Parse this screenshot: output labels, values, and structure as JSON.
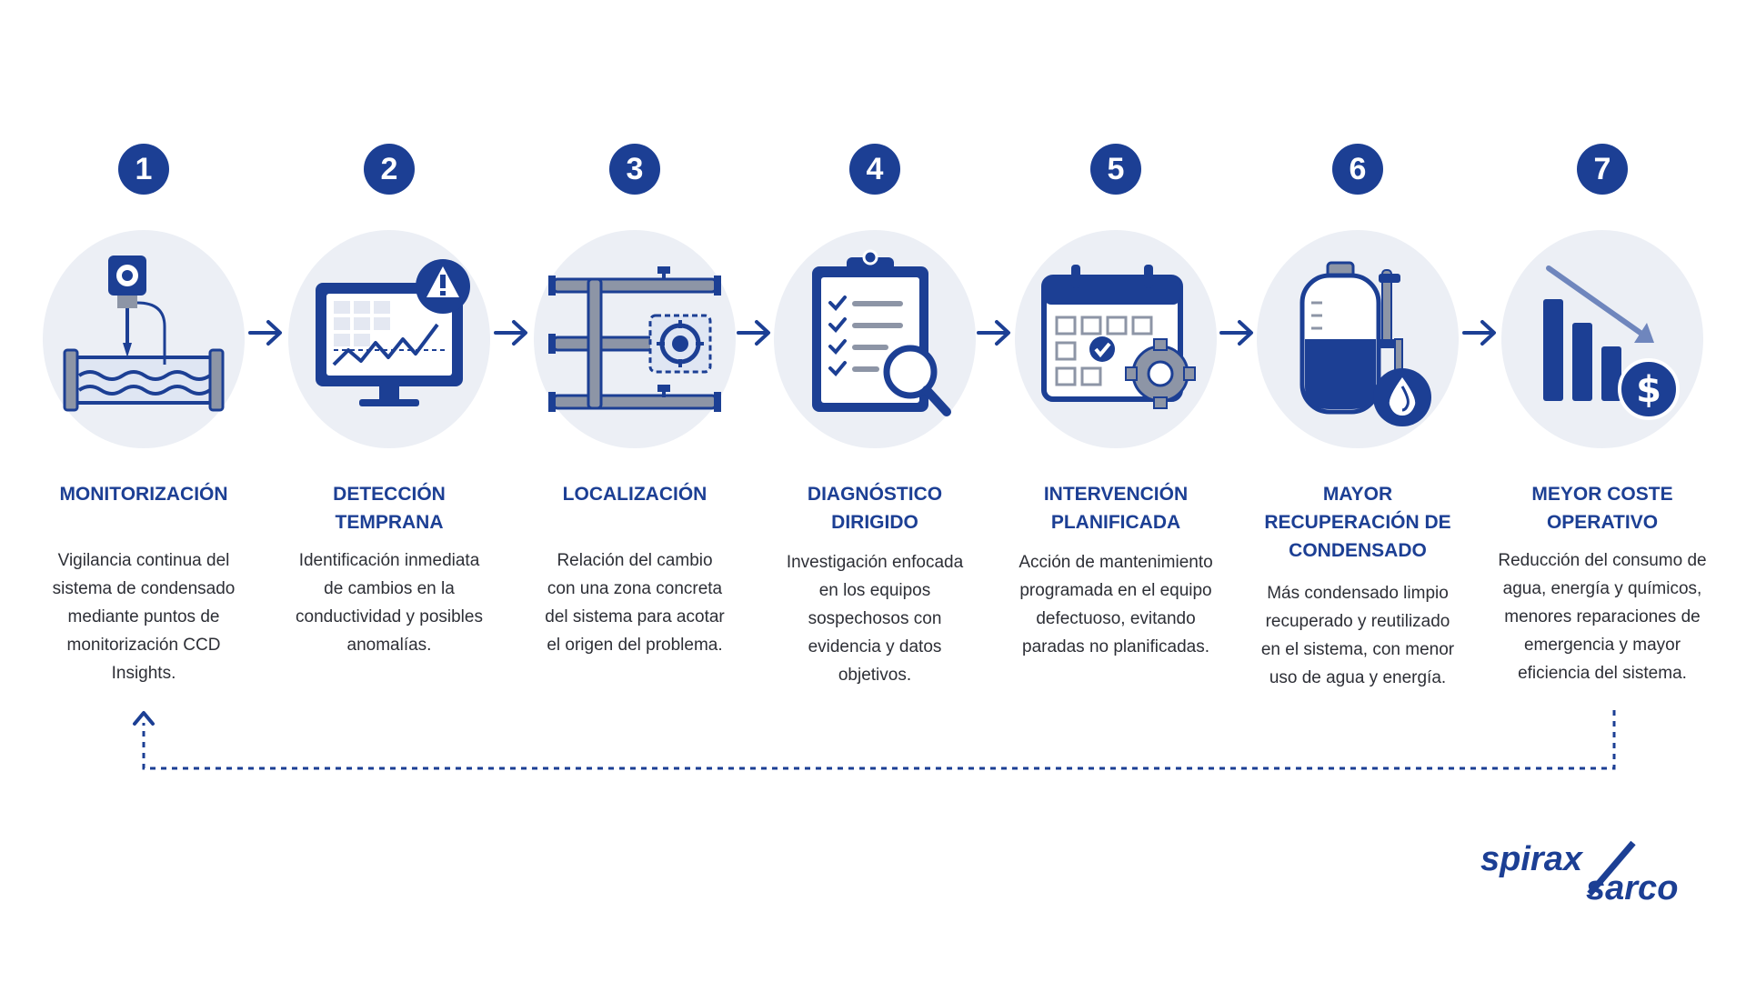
{
  "colors": {
    "primary": "#1c3f94",
    "disc": "#eceff5",
    "text": "#2d2f36",
    "pipe": "#8d95a6"
  },
  "brand": {
    "logo_text_top": "spirax",
    "logo_text_bottom": "sarco"
  },
  "steps": [
    {
      "number": "1",
      "title": "MONITORIZACIÓN",
      "icon": "sensor-pipe-icon",
      "description": "Vigilancia continua del\nsistema de condensado\nmediante puntos de\nmonitorización CCD\nInsights."
    },
    {
      "number": "2",
      "title": "DETECCIÓN\nTEMPRANA",
      "icon": "monitor-alert-icon",
      "description": "Identificación inmediata\nde cambios en la\nconductividad y posibles\nanomalías."
    },
    {
      "number": "3",
      "title": "LOCALIZACIÓN",
      "icon": "pipe-target-icon",
      "description": "Relación del cambio\ncon una zona concreta\ndel sistema para acotar\nel origen del problema."
    },
    {
      "number": "4",
      "title": "DIAGNÓSTICO\nDIRIGIDO",
      "icon": "clipboard-magnifier-icon",
      "description": "Investigación enfocada\nen los equipos\nsospechosos con\nevidencia y datos\nobjetivos."
    },
    {
      "number": "5",
      "title": "INTERVENCIÓN\nPLANIFICADA",
      "icon": "calendar-gear-icon",
      "description": "Acción de mantenimiento\nprogramada en el equipo\ndefectuoso, evitando\nparadas no planificadas."
    },
    {
      "number": "6",
      "title": "MAYOR\nRECUPERACIÓN DE\nCONDENSADO",
      "icon": "tank-drop-icon",
      "description": "Más condensado limpio\nrecuperado y reutilizado\nen el sistema, con menor\nuso de agua y energía."
    },
    {
      "number": "7",
      "title": "MEYOR COSTE\nOPERATIVO",
      "icon": "chart-down-dollar-icon",
      "description": "Reducción del consumo de\nagua, energía y químicos,\nmenores reparaciones de\nemergencia y mayor\neficiencia del sistema."
    }
  ]
}
